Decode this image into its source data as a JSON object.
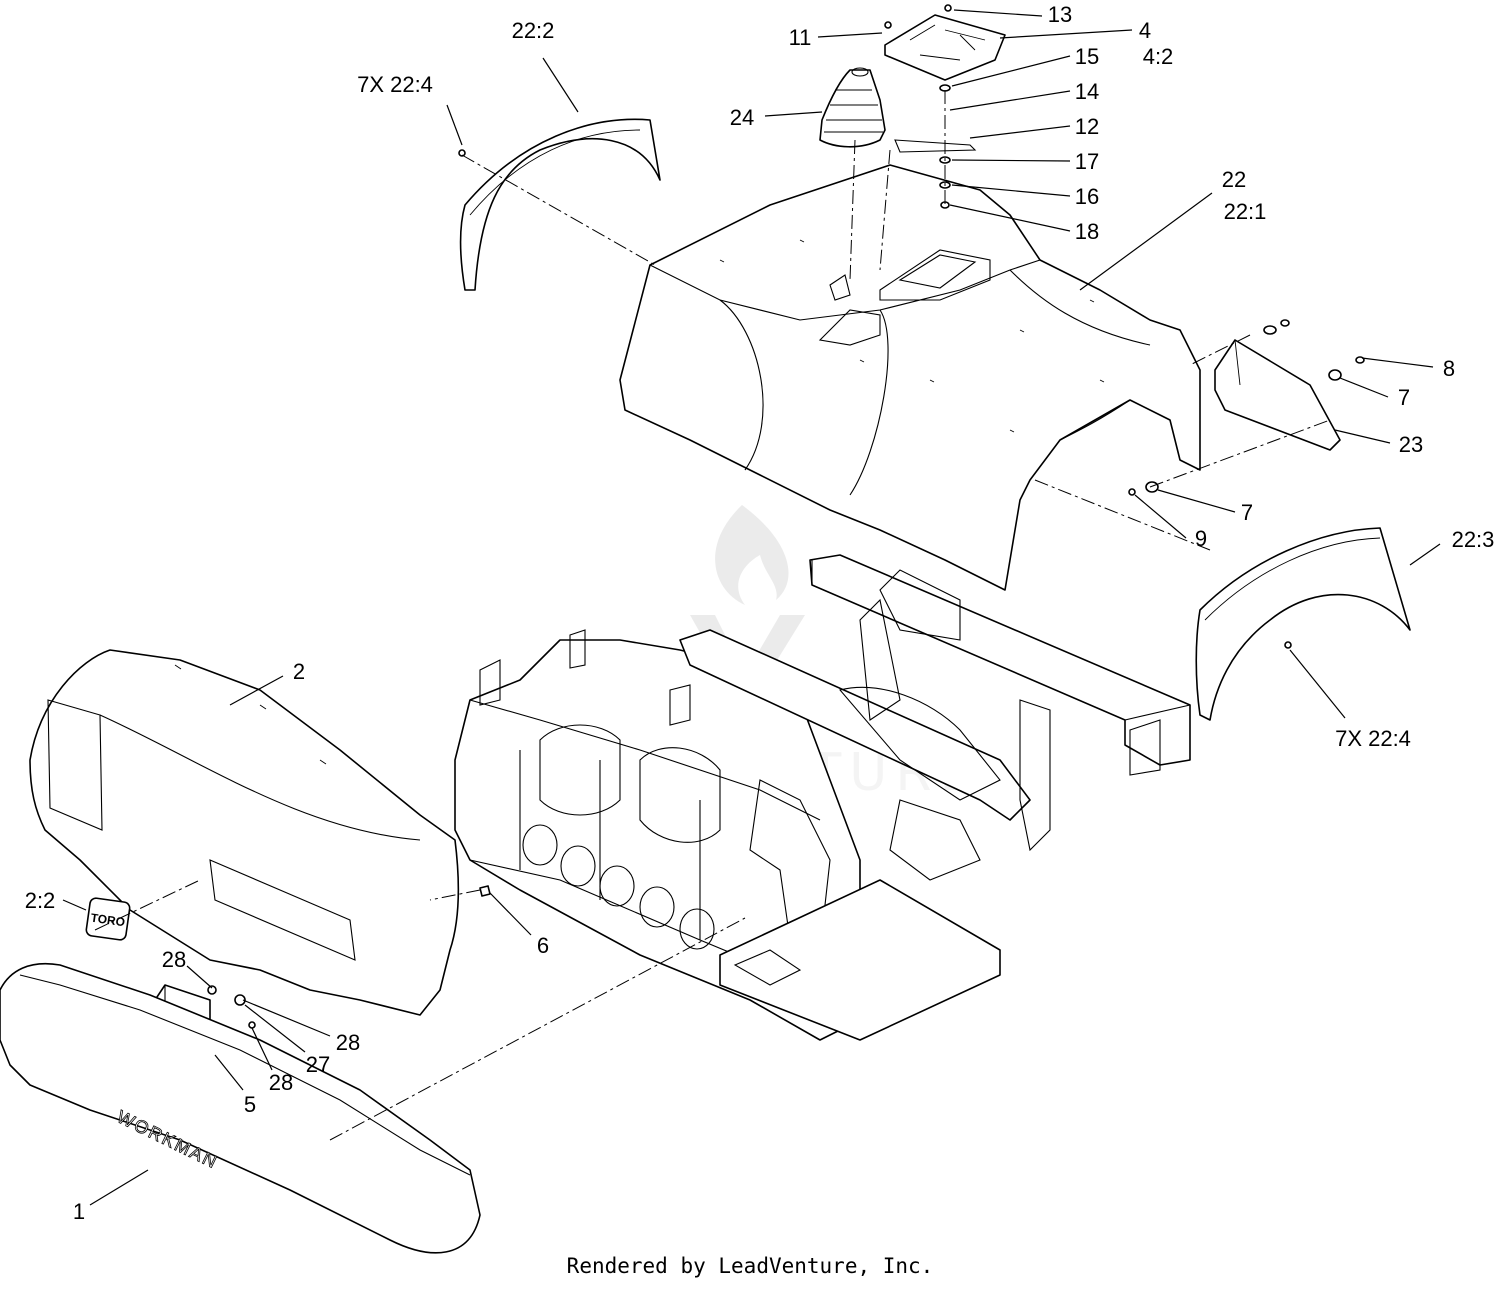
{
  "labels": {
    "c_22_2": "22:2",
    "c_7x_22_4_a": "7X 22:4",
    "c_11": "11",
    "c_13": "13",
    "c_4": "4",
    "c_4_2": "4:2",
    "c_15": "15",
    "c_14": "14",
    "c_12": "12",
    "c_17": "17",
    "c_16": "16",
    "c_18": "18",
    "c_24": "24",
    "c_22": "22",
    "c_22_1": "22:1",
    "c_8": "8",
    "c_7_a": "7",
    "c_23": "23",
    "c_7_b": "7",
    "c_9": "9",
    "c_22_3": "22:3",
    "c_7x_22_4_b": "7X 22:4",
    "c_2": "2",
    "c_2_2": "2:2",
    "c_6": "6",
    "c_28_a": "28",
    "c_28_b": "28",
    "c_27": "27",
    "c_28_c": "28",
    "c_5": "5",
    "c_1": "1"
  },
  "part_text": {
    "bumper_emboss": "WORKMAN",
    "badge": "TORO"
  },
  "watermark": {
    "text": "LEADVENTURE"
  },
  "footer": {
    "text": "Rendered by LeadVenture, Inc."
  }
}
